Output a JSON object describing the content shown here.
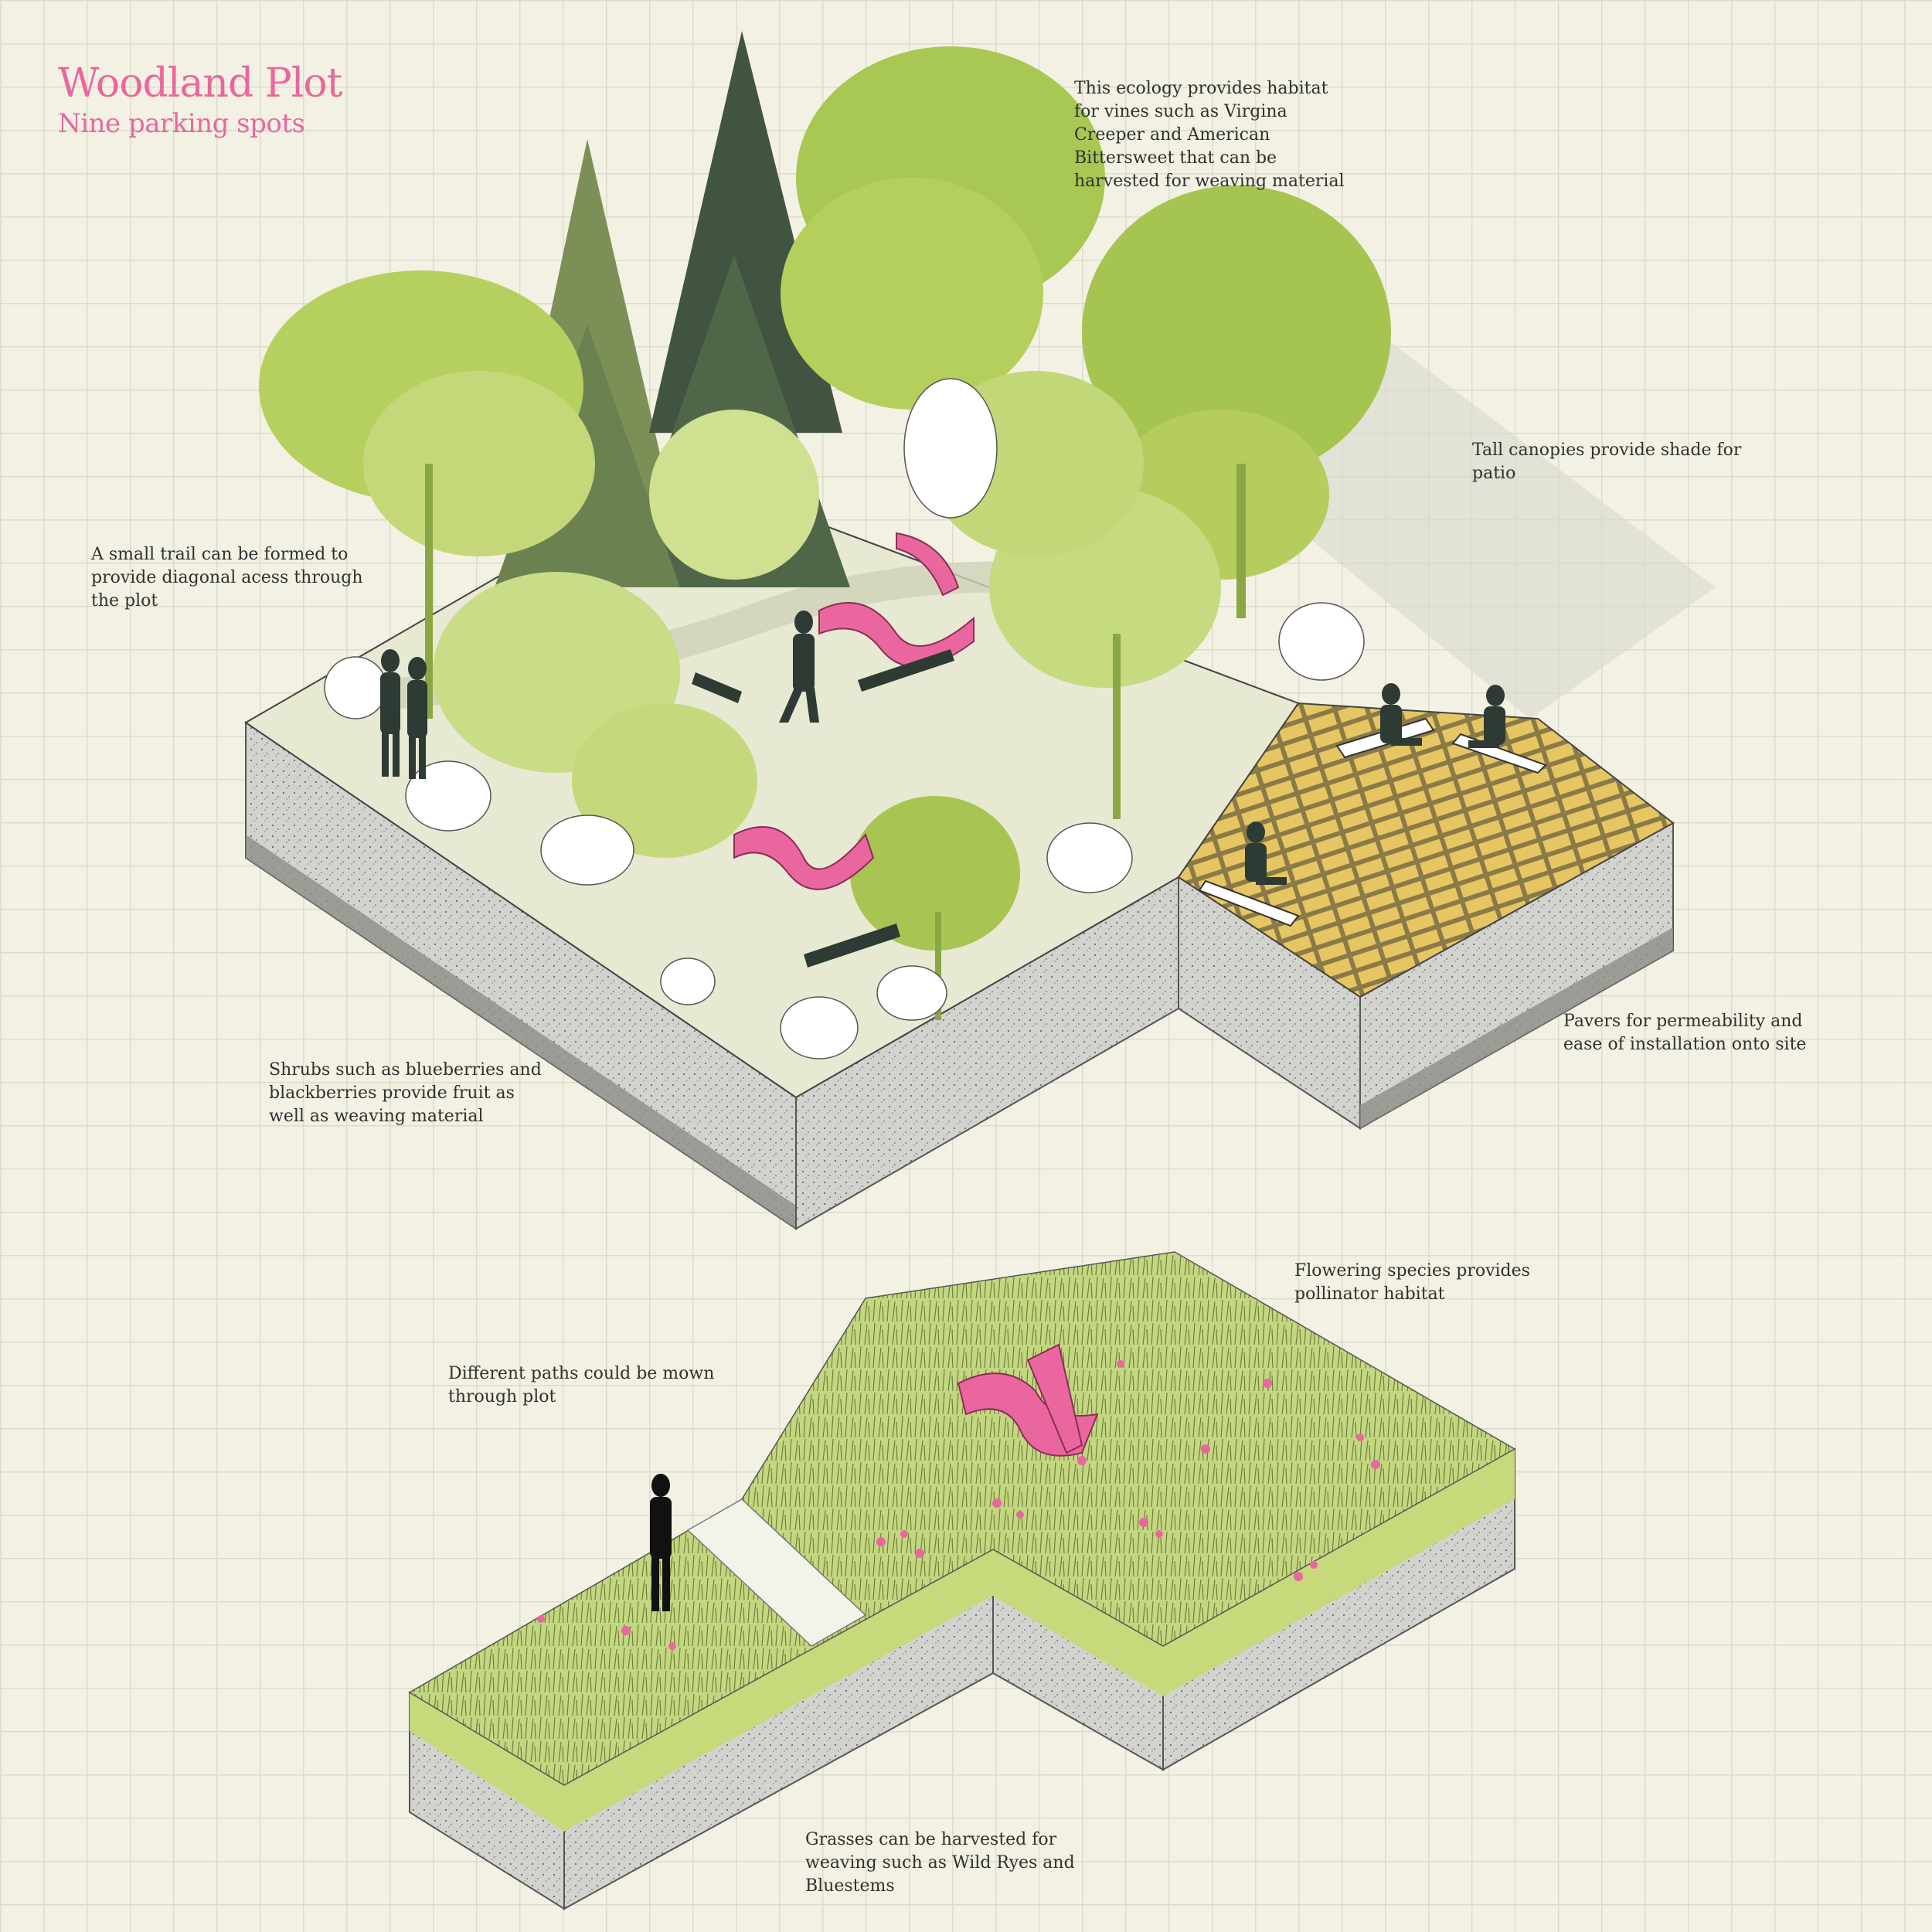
{
  "header": {
    "title": "Woodland Plot",
    "subtitle": "Nine parking spots"
  },
  "annotations": {
    "vines": [
      "This ecology provides habitat",
      "for vines such as Virgina",
      "Creeper and American",
      "Bittersweet that can be",
      "harvested for weaving material"
    ],
    "canopies": [
      "Tall canopies provide shade for",
      "patio"
    ],
    "trail": [
      "A small trail can be formed to",
      "provide diagonal acess through",
      "the plot"
    ],
    "pavers": [
      "Pavers for permeability and",
      "ease of installation onto site"
    ],
    "shrubs": [
      "Shrubs such as blueberries and",
      "blackberries provide fruit as",
      "well as weaving material"
    ],
    "flowering": [
      "Flowering species provides",
      "pollinator habitat"
    ],
    "paths": [
      "Different paths could be mown",
      "through plot"
    ],
    "grasses": [
      "Grasses can be harvested for",
      "weaving such as Wild Ryes and",
      "Bluestems"
    ]
  },
  "colors": {
    "accent_pink": "#e9679e",
    "tree_light": "#b9d061",
    "tree_mid": "#9cbb4a",
    "conifer": "#556b48",
    "conifer_dark": "#3f5340",
    "silhouette": "#2e3a34",
    "paver_yellow": "#e3c35c",
    "ground": "#e6e8d4",
    "soil": "#cfcfcb"
  }
}
